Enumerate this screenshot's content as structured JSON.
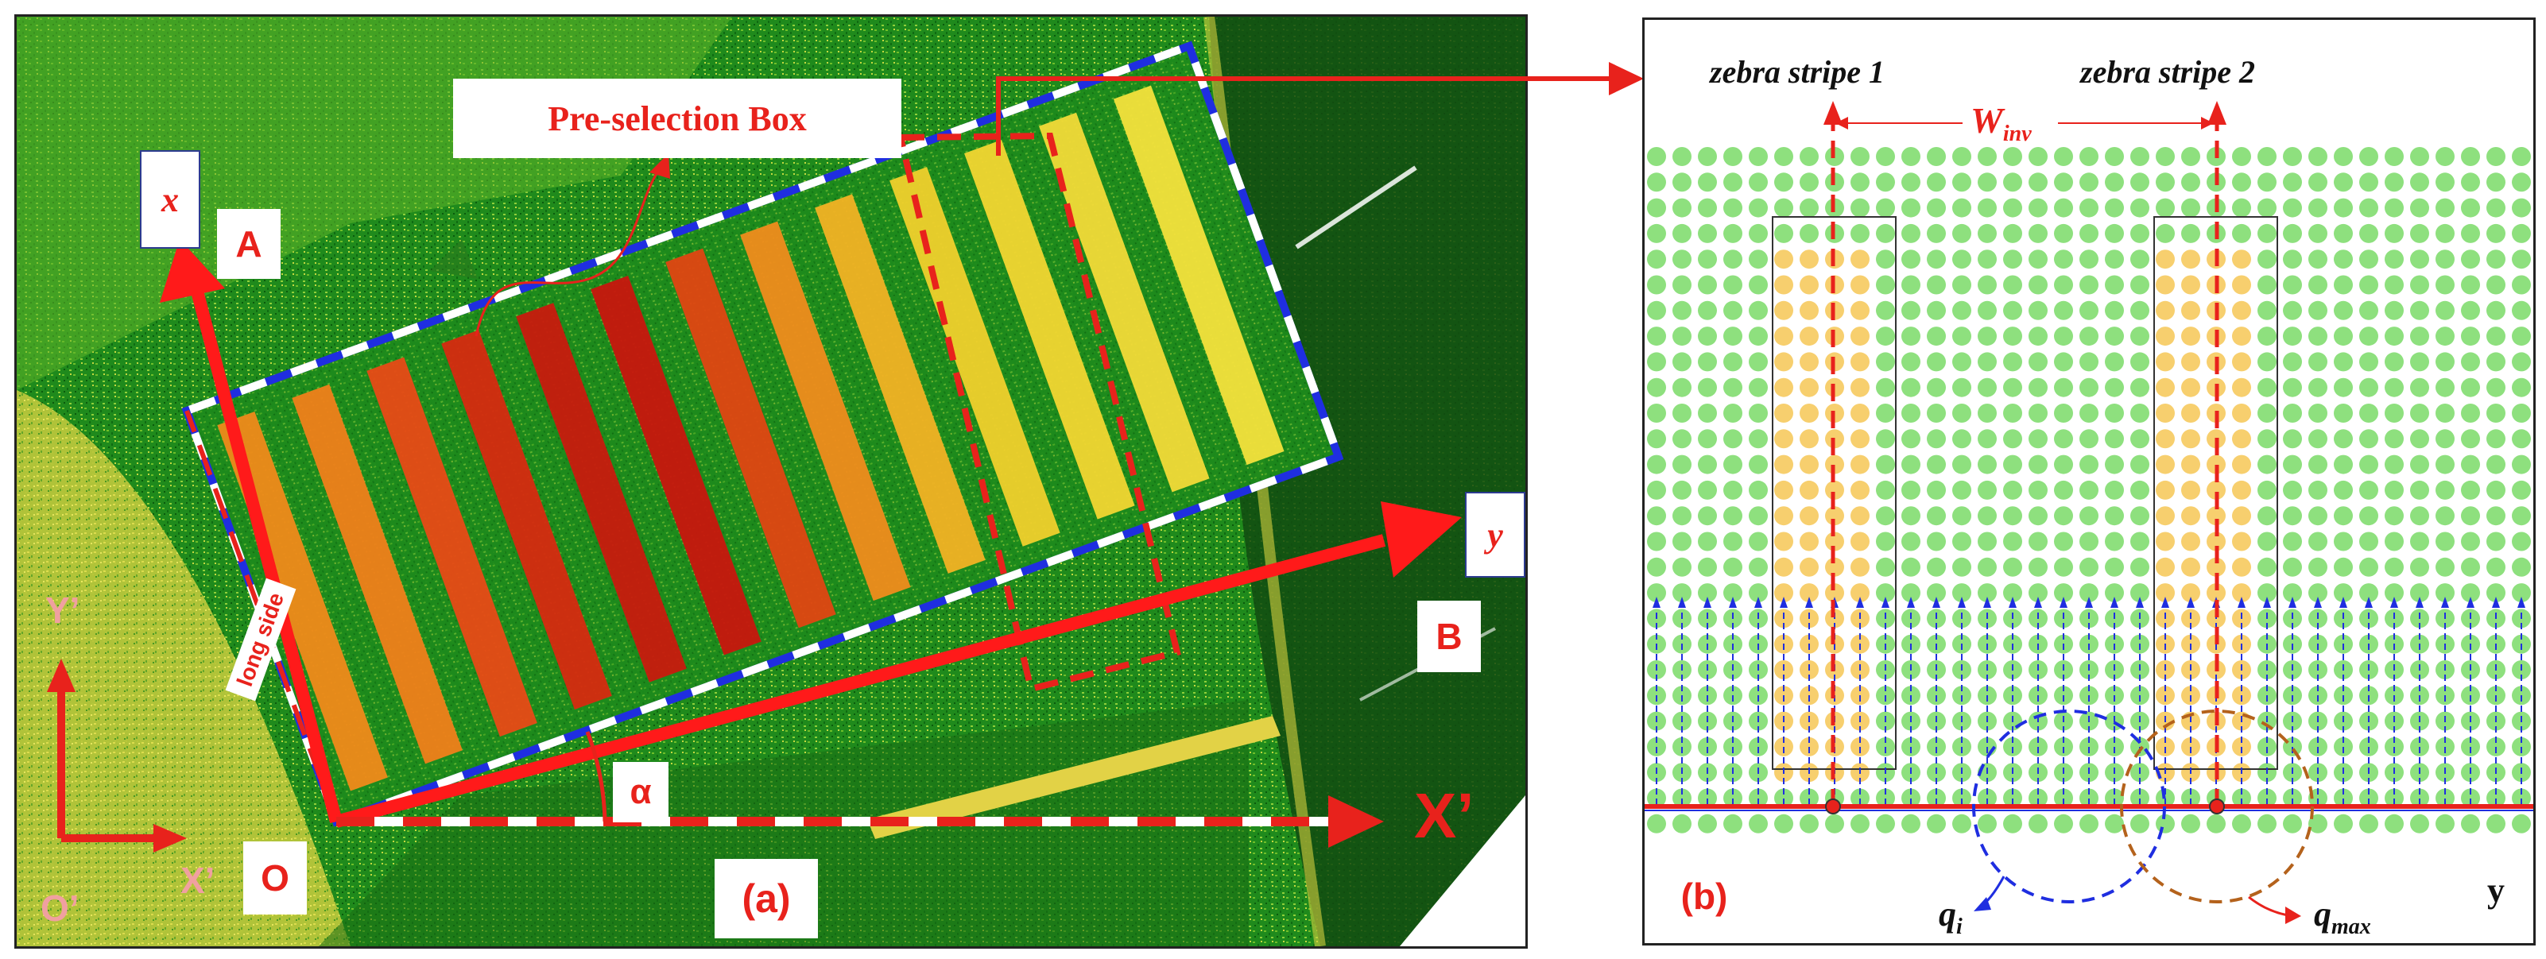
{
  "panel_a": {
    "preselection_label": "Pre-selection Box",
    "axis_x": "x",
    "axis_y": "y",
    "point_a": "A",
    "point_b": "B",
    "point_o": "O",
    "origin_o_prime": "O’",
    "axis_x_prime_small": "X’",
    "axis_y_prime": "Y’",
    "axis_x_prime_big": "X’",
    "angle_label": "α",
    "long_side_label": "long side",
    "panel_tag": "(a)",
    "stripe_colors": [
      "#f08a1a",
      "#f0801a",
      "#e84a16",
      "#d62a10",
      "#c81a0e",
      "#c8160e",
      "#e04612",
      "#f08c1c",
      "#f2b224",
      "#f0d02c",
      "#f2d632",
      "#f2da38",
      "#f4e23c"
    ]
  },
  "panel_b": {
    "stripe1_label": "zebra stripe 1",
    "stripe2_label": "zebra stripe 2",
    "w_main": "W",
    "w_sub": "inv",
    "qi_main": "q",
    "qi_sub": "i",
    "qmax_main": "q",
    "qmax_sub": "max",
    "y_label": "y",
    "panel_tag": "(b)",
    "green_dot_color": "#8ee07e",
    "yellow_dot_color": "#f7cf6e"
  }
}
